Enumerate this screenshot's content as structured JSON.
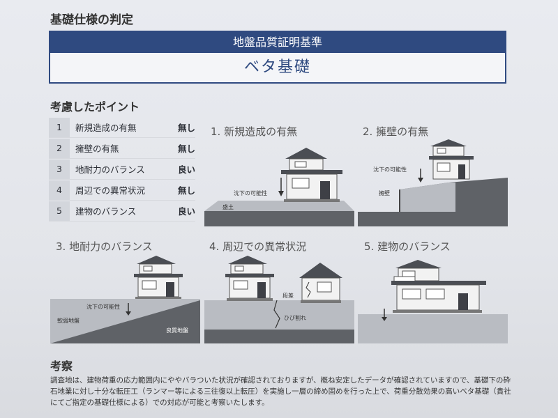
{
  "header": {
    "title": "基礎仕様の判定"
  },
  "standard": {
    "header": "地盤品質証明基準",
    "value": "ベタ基礎"
  },
  "points": {
    "title": "考慮したポイント",
    "rows": [
      {
        "num": "1",
        "label": "新規造成の有無",
        "value": "無し"
      },
      {
        "num": "2",
        "label": "擁壁の有無",
        "value": "無し"
      },
      {
        "num": "3",
        "label": "地耐力のバランス",
        "value": "良い"
      },
      {
        "num": "4",
        "label": "周辺での異常状況",
        "value": "無し"
      },
      {
        "num": "5",
        "label": "建物のバランス",
        "value": "良い"
      }
    ]
  },
  "panels": {
    "p1": {
      "title": "1. 新規造成の有無",
      "subsidence": "沈下の可能性",
      "fill": "盛土"
    },
    "p2": {
      "title": "2. 擁壁の有無",
      "subsidence": "沈下の可能性",
      "wall": "擁壁"
    },
    "p3": {
      "title": "3. 地耐力のバランス",
      "subsidence": "沈下の可能性",
      "soft": "軟弱地盤",
      "good": "良質地盤"
    },
    "p4": {
      "title": "4. 周辺での異常状況",
      "step": "段差",
      "crack": "ひび割れ"
    },
    "p5": {
      "title": "5. 建物のバランス"
    }
  },
  "conclusion": {
    "title": "考察",
    "text": "調査地は、建物荷重の応力範囲内にややバラついた状況が確認されておりますが、概ね安定したデータが確認されていますので、基礎下の砕石地業に対し十分な転圧工（ランマー等による三往復以上転圧）を実施し一層の締め固めを行った上で、荷重分散効果の高いベタ基礎（貴社にてご指定の基礎仕様による）での対応が可能と考察いたします。"
  },
  "colors": {
    "navy": "#2f4a80",
    "ground": "#5f6267",
    "roof": "#4b4e54"
  }
}
